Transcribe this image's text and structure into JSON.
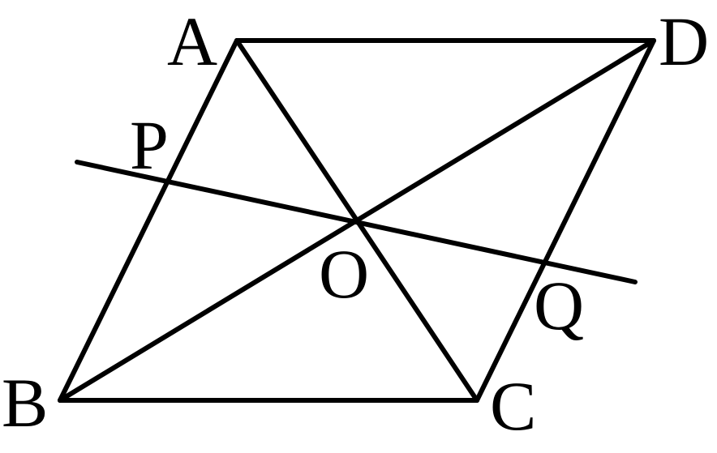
{
  "diagram": {
    "type": "geometry",
    "shape": "parallelogram",
    "points": {
      "A": "A",
      "B": "B",
      "C": "C",
      "D": "D",
      "O": "O",
      "P": "P",
      "Q": "Q"
    },
    "segments": [
      {
        "name": "AD",
        "from": "A",
        "to": "D"
      },
      {
        "name": "AB",
        "from": "A",
        "to": "B"
      },
      {
        "name": "BC",
        "from": "B",
        "to": "C"
      },
      {
        "name": "CD",
        "from": "C",
        "to": "D"
      },
      {
        "name": "AC",
        "from": "A",
        "to": "C"
      },
      {
        "name": "BD",
        "from": "B",
        "to": "D"
      },
      {
        "name": "PQ",
        "from": "P",
        "to": "Q",
        "extended": true
      }
    ],
    "line_color": "#000000"
  }
}
